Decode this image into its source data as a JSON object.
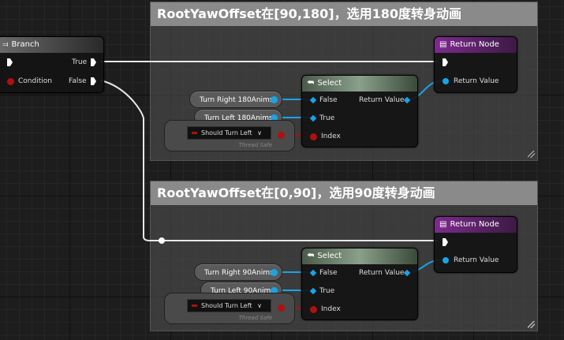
{
  "comments": [
    {
      "title": "RootYawOffset在[90,180]，选用180度转身动画"
    },
    {
      "title": "RootYawOffset在[0,90]，选用90度转身动画"
    }
  ],
  "branch": {
    "title": "Branch",
    "true_label": "True",
    "false_label": "False",
    "condition_label": "Condition"
  },
  "return_nodes": [
    {
      "title": "Return Node",
      "value_label": "Return Value"
    },
    {
      "title": "Return Node",
      "value_label": "Return Value"
    }
  ],
  "select_nodes": [
    {
      "title": "Select",
      "false_label": "False",
      "true_label": "True",
      "index_label": "Index",
      "return_label": "Return Value"
    },
    {
      "title": "Select",
      "false_label": "False",
      "true_label": "True",
      "index_label": "Index",
      "return_label": "Return Value"
    }
  ],
  "variables": {
    "top_right": "Turn Right 180Anims",
    "top_left": "Turn Left 180Anims",
    "bottom_right": "Turn Right 90Anims",
    "bottom_left": "Turn Left 90Anims"
  },
  "enum_nodes": [
    {
      "value": "Should Turn Left",
      "note": "Thread Safe"
    },
    {
      "value": "Should Turn Left",
      "note": "Thread Safe"
    }
  ],
  "colors": {
    "exec": "#ffffff",
    "bool": "#b01010",
    "object": "#1aa3e6",
    "return_header": "#7e2a8e"
  }
}
